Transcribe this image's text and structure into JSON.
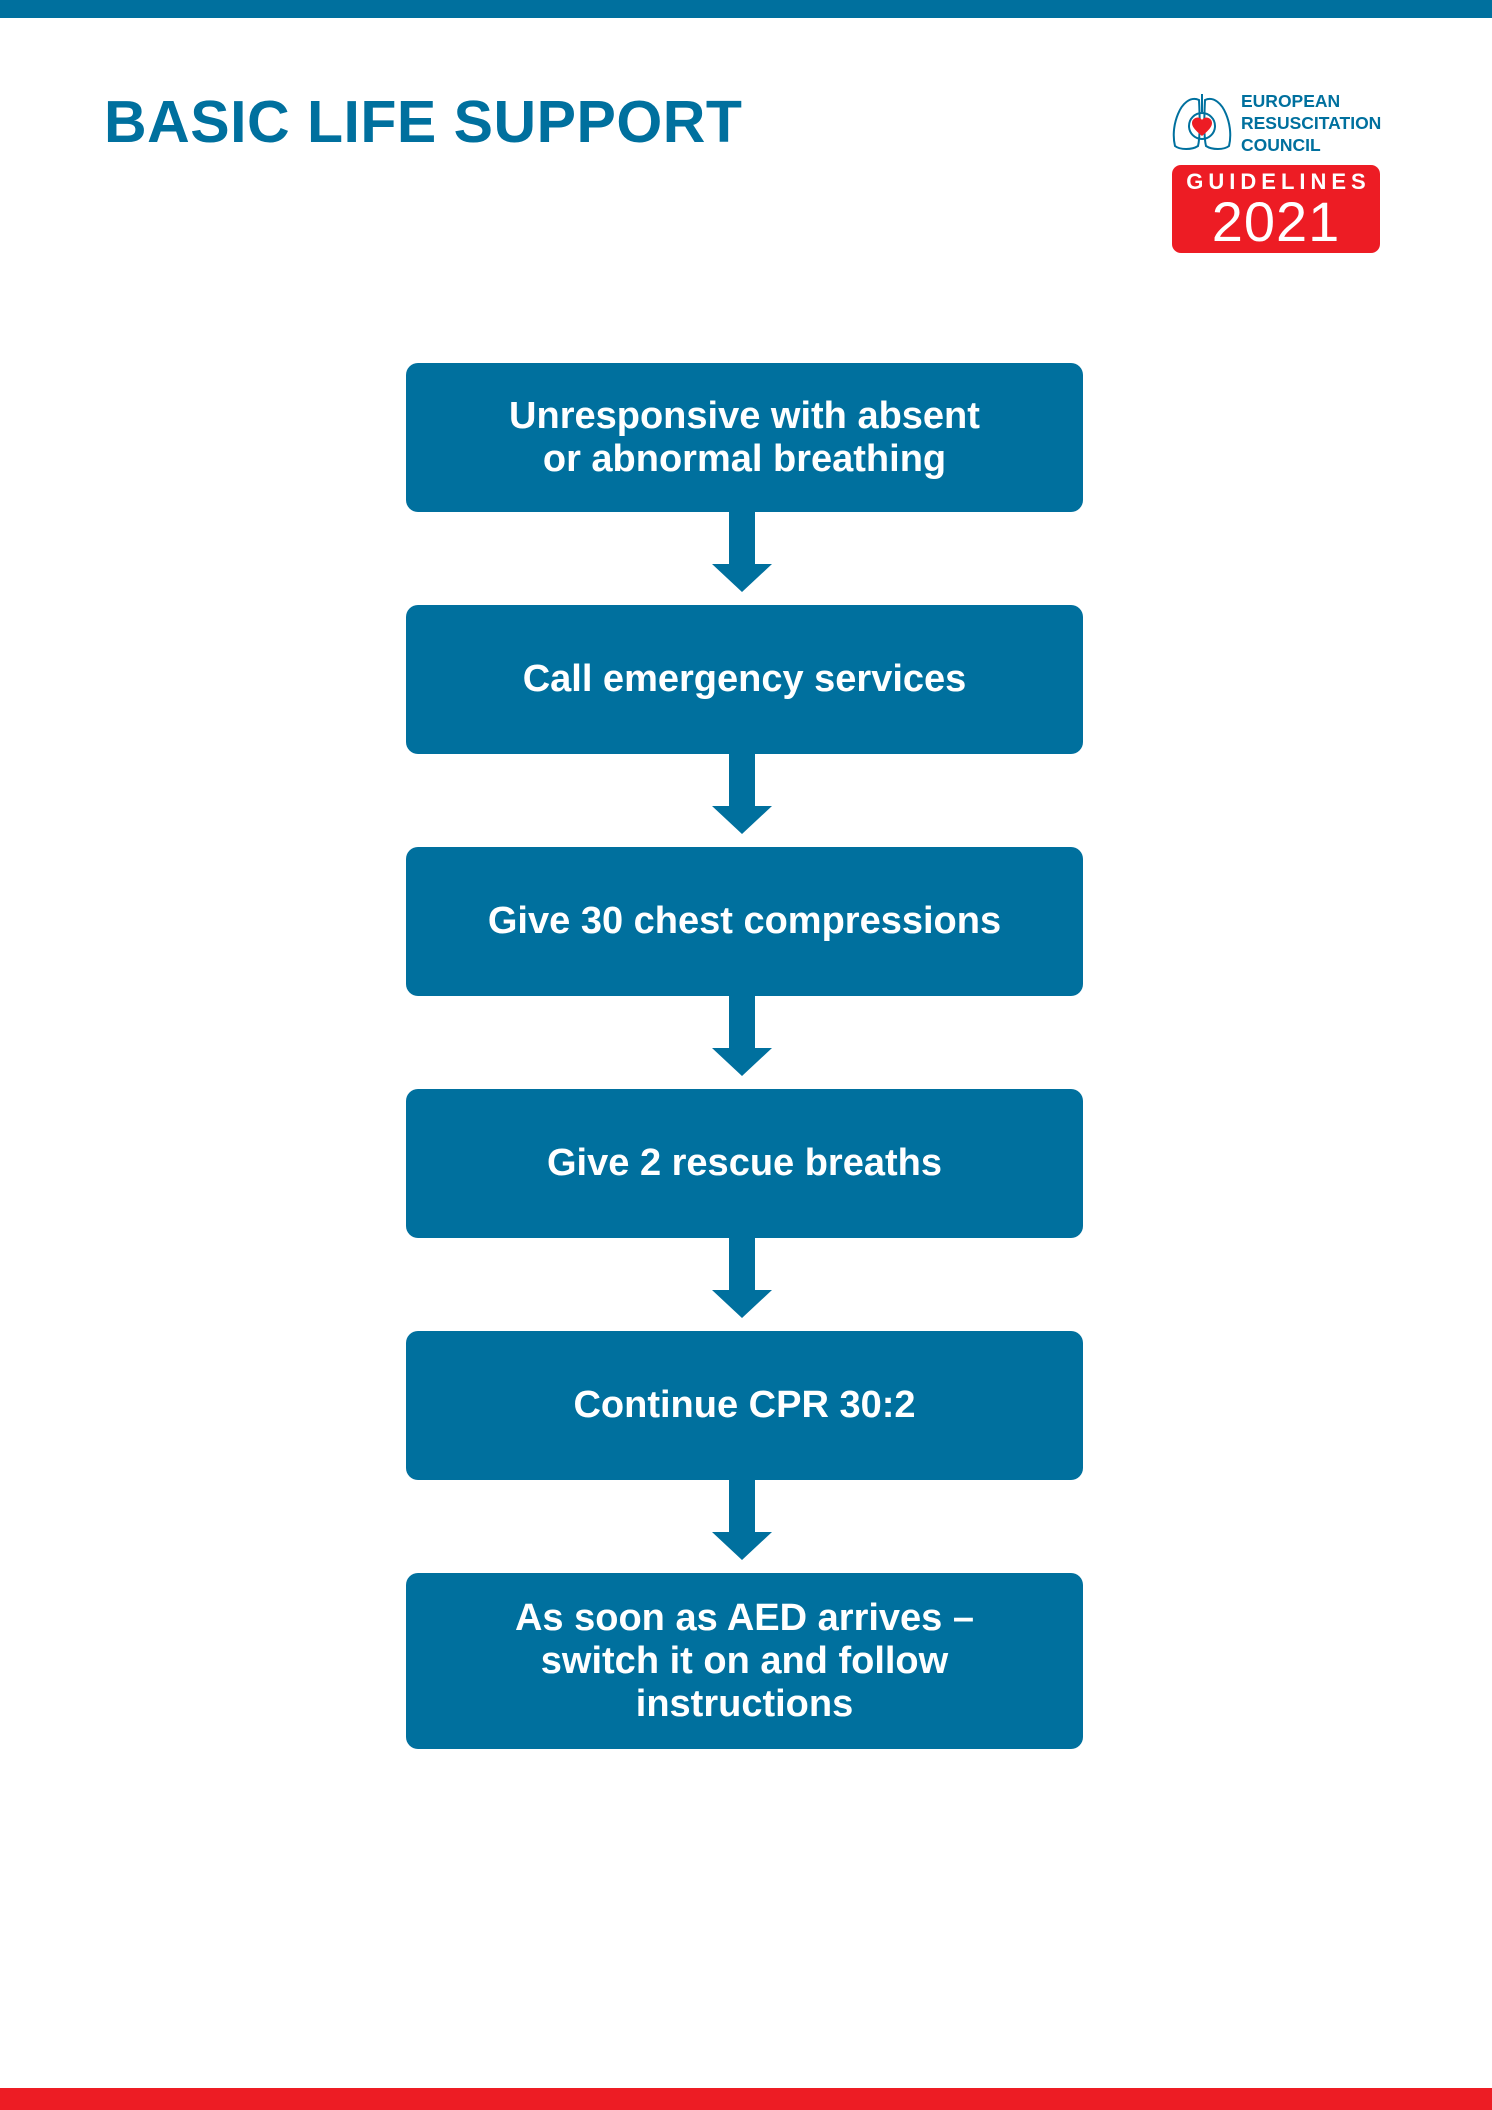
{
  "title": "BASIC LIFE SUPPORT",
  "logo": {
    "org_lines": [
      "EUROPEAN",
      "RESUSCITATION",
      "COUNCIL"
    ],
    "badge_word": "GUIDELINES",
    "badge_year": "2021",
    "icon": "lungs-heart-icon"
  },
  "colors": {
    "primary_blue": "#00709e",
    "accent_red": "#ed1c24",
    "text_on_box": "#ffffff"
  },
  "steps": [
    {
      "label": "Unresponsive with absent\nor abnormal breathing"
    },
    {
      "label": "Call emergency services"
    },
    {
      "label": "Give 30 chest compressions"
    },
    {
      "label": "Give 2 rescue breaths"
    },
    {
      "label": "Continue CPR 30:2"
    },
    {
      "label": "As soon as AED arrives –\nswitch it on and follow\ninstructions"
    }
  ]
}
